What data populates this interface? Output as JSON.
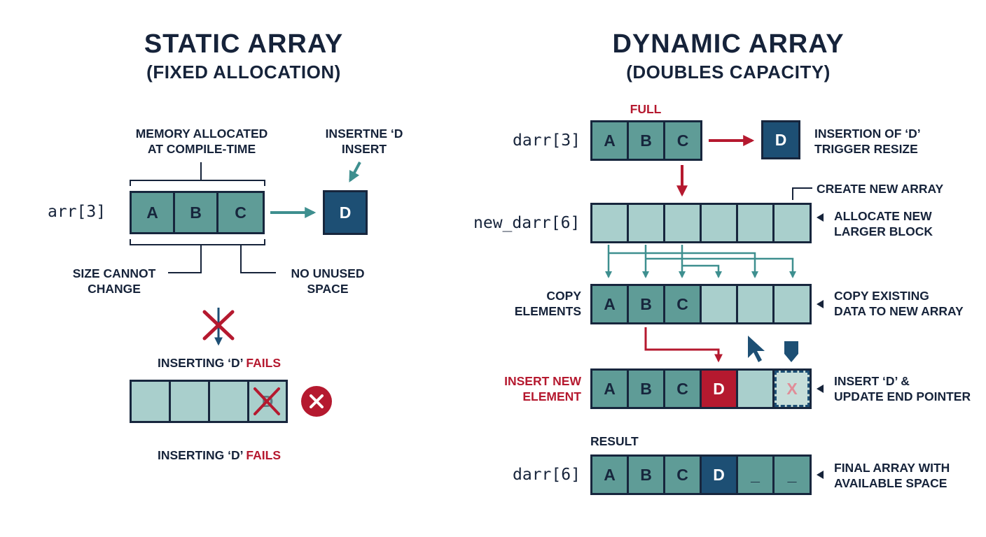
{
  "static": {
    "title": "STATIC ARRAY",
    "subtitle": "(FIXED ALLOCATION)",
    "memory_note_1": "MEMORY ALLOCATED",
    "memory_note_2": "AT COMPILE-TIME",
    "insert_note_1": "INSERTNE ‘D",
    "insert_note_2": "INSERT",
    "array_label": "arr[3]",
    "cells": [
      "A",
      "B",
      "C"
    ],
    "incoming": "D",
    "size_note_1": "SIZE CANNOT",
    "size_note_2": "CHANGE",
    "unused_note_1": "NO UNUSED",
    "unused_note_2": "SPACE",
    "fail_prefix": "INSERTING ‘D’",
    "fail_word": "FAILS",
    "blocked_cells": [
      "",
      "",
      "",
      "D"
    ],
    "error_icon": "x-circle-icon"
  },
  "dynamic": {
    "title": "DYNAMIC ARRAY",
    "subtitle": "(DOUBLES CAPACITY)",
    "full_label": "FULL",
    "darr_label": "darr[3]",
    "darr_cells": [
      "A",
      "B",
      "C"
    ],
    "incoming": "D",
    "resize_note_1": "INSERTION OF ‘D’",
    "resize_note_2": "TRIGGER RESIZE",
    "create_note": "CREATE NEW ARRAY",
    "new_label": "new_darr[6]",
    "alloc_note_1": "ALLOCATE NEW",
    "alloc_note_2": "LARGER BLOCK",
    "copy_label_1": "COPY",
    "copy_label_2": "ELEMENTS",
    "copy_cells": [
      "A",
      "B",
      "C",
      "",
      "",
      ""
    ],
    "copy_note_1": "COPY EXISTING",
    "copy_note_2": "DATA TO NEW ARRAY",
    "insert_label_1": "INSERT NEW",
    "insert_label_2": "ELEMENT",
    "insert_cells": [
      "A",
      "B",
      "C",
      "D",
      "",
      "X"
    ],
    "insert_note_1": "INSERT ‘D’ &",
    "insert_note_2": "UPDATE END POINTER",
    "result_label": "RESULT",
    "final_label": "darr[6]",
    "final_cells": [
      "A",
      "B",
      "C",
      "D",
      "_",
      "_"
    ],
    "final_note_1": "FINAL ARRAY WITH",
    "final_note_2": "AVAILABLE SPACE"
  },
  "colors": {
    "navy": "#16233a",
    "teal": "#5f9c97",
    "light_teal": "#a9cfcc",
    "dark_blue": "#1d4f74",
    "red": "#b5192f",
    "arrow_teal": "#3e8f8f"
  }
}
